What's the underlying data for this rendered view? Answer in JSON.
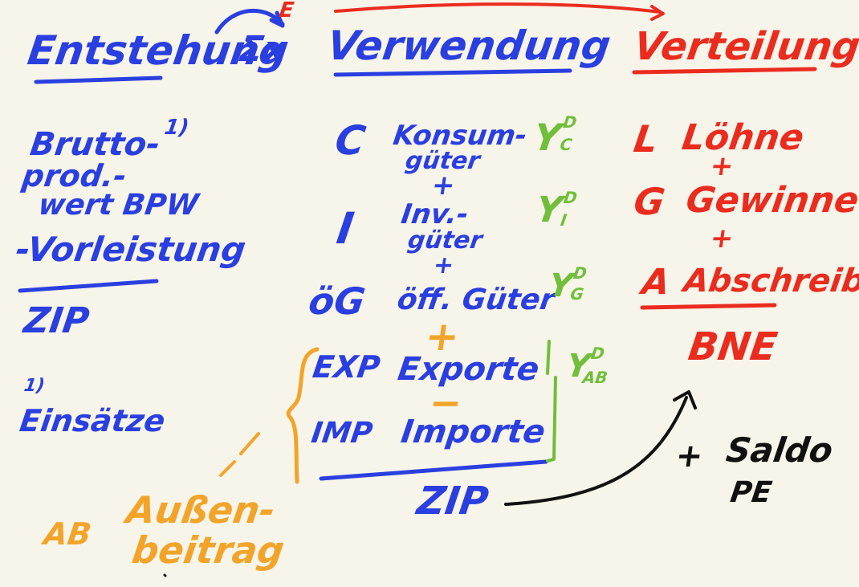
{
  "colors": {
    "background": "#f7f4e9",
    "blue": "#2a3fe0",
    "red": "#ea2c1f",
    "green": "#6fbf3a",
    "orange": "#f2a42a",
    "black": "#111111"
  },
  "headers": {
    "entstehung": "Entstehung",
    "ix": "Σx",
    "verwendung": "Verwendung",
    "verteilung": "Verteilung",
    "e_mark": "E"
  },
  "left": {
    "line1": "Brutto-",
    "footnote_mark": "1)",
    "line2": "prod.-",
    "line3": "wert BPW",
    "line4": "-Vorleistung",
    "result": "ZIP",
    "footnote_num": "1)",
    "footnote_text": "Einsätze"
  },
  "middle": {
    "c_symbol": "C",
    "c_text1": "Konsum-",
    "c_text2": "güter",
    "plus1": "+",
    "i_symbol": "I",
    "i_text1": "Inv.-",
    "i_text2": "güter",
    "plus2": "+",
    "og_symbol": "öG",
    "og_text": "öff. Güter",
    "plus_orange": "+",
    "exp_symbol": "EXP",
    "exp_text": "Exporte",
    "minus_orange": "−",
    "imp_symbol": "IMP",
    "imp_text": "Importe",
    "result": "ZIP"
  },
  "yd": {
    "y": "Y",
    "sup": "D",
    "c": "C",
    "i": "I",
    "g": "G",
    "ab": "AB"
  },
  "right": {
    "l_symbol": "L",
    "l_text": "Löhne",
    "plus1": "+",
    "g_symbol": "G",
    "g_text": "Gewinne",
    "plus2": "+",
    "a_symbol": "A",
    "a_text": "Abschreib.",
    "result": "BNE"
  },
  "saldo": {
    "plus": "+",
    "line1": "Saldo",
    "line2": "PE"
  },
  "bottom": {
    "ab": "AB",
    "line1": "Außen-",
    "line2": "beitrag"
  }
}
